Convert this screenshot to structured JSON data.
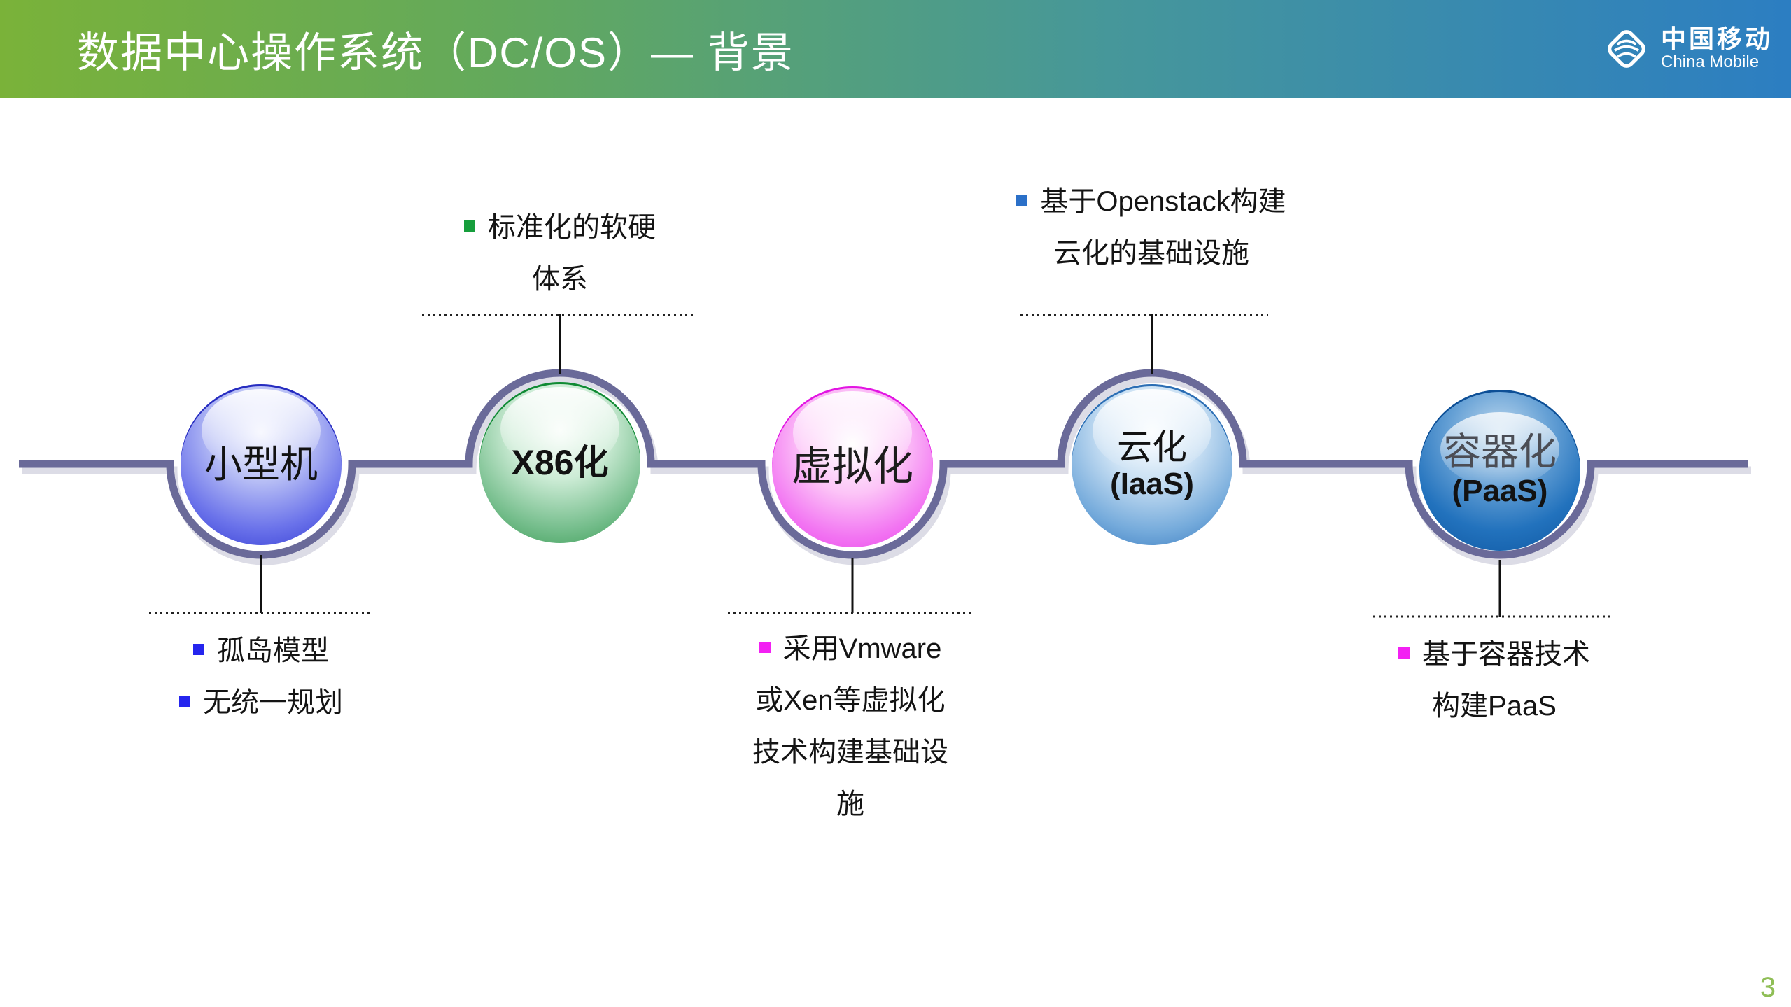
{
  "header": {
    "title": "数据中心操作系统（DC/OS）— 背景",
    "logo_zh": "中国移动",
    "logo_en": "China Mobile"
  },
  "nodes": [
    {
      "label": "小型机",
      "sublabel": "",
      "color": "#3038d2"
    },
    {
      "label": "X86化",
      "sublabel": "",
      "color": "#35984f"
    },
    {
      "label": "虚拟化",
      "sublabel": "",
      "color": "#e93fe9"
    },
    {
      "label": "云化",
      "sublabel": "(IaaS)",
      "color": "#3376bd"
    },
    {
      "label": "容器化",
      "sublabel": "(PaaS)",
      "color": "#0e56a0"
    }
  ],
  "notes": {
    "x86": {
      "bullet_color": "#169e3c",
      "lines": [
        "标准化的软硬",
        "体系"
      ]
    },
    "cloud": {
      "bullet_color": "#2b70c8",
      "lines": [
        "基于Openstack构建",
        "云化的基础设施"
      ]
    },
    "mini": {
      "bullet_color": "#2525ee",
      "lines": [
        "孤岛模型",
        "无统一规划"
      ]
    },
    "virt": {
      "bullet_color": "#f320f3",
      "lines": [
        "采用Vmware",
        "或Xen等虚拟化",
        "技术构建基础设",
        "施"
      ]
    },
    "container": {
      "bullet_color": "#f320f3",
      "lines": [
        "基于容器技术",
        "构建PaaS"
      ]
    }
  },
  "page_number": "3",
  "colors": {
    "header_gradient_left": "#7ab239",
    "header_gradient_right": "#2c7ec2",
    "timeline_line": "#6a6a99",
    "timeline_shadow": "#dcdce6",
    "connector_line": "#111111",
    "page_number": "#8fbe56",
    "title_text": "#ffffff"
  },
  "icons": {
    "logo_mark": "china-mobile-diamond"
  }
}
